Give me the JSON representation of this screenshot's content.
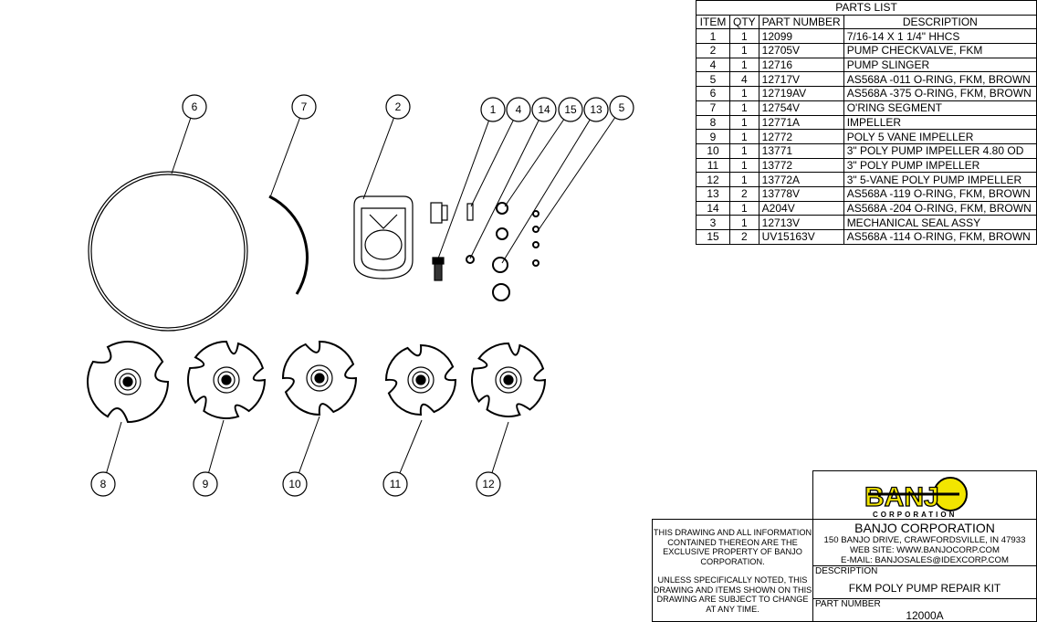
{
  "parts_list": {
    "title": "PARTS LIST",
    "headers": [
      "ITEM",
      "QTY",
      "PART NUMBER",
      "DESCRIPTION"
    ],
    "rows": [
      [
        "1",
        "1",
        "12099",
        "7/16-14 X 1 1/4\" HHCS"
      ],
      [
        "2",
        "1",
        "12705V",
        "PUMP CHECKVALVE, FKM"
      ],
      [
        "4",
        "1",
        "12716",
        "PUMP SLINGER"
      ],
      [
        "5",
        "4",
        "12717V",
        "AS568A -011 O-RING, FKM, BROWN"
      ],
      [
        "6",
        "1",
        "12719AV",
        "AS568A -375 O-RING, FKM, BROWN"
      ],
      [
        "7",
        "1",
        "12754V",
        "O'RING SEGMENT"
      ],
      [
        "8",
        "1",
        "12771A",
        "IMPELLER"
      ],
      [
        "9",
        "1",
        "12772",
        "POLY 5 VANE IMPELLER"
      ],
      [
        "10",
        "1",
        "13771",
        "3\" POLY PUMP IMPELLER 4.80 OD"
      ],
      [
        "11",
        "1",
        "13772",
        "3\" POLY PUMP IMPELLER"
      ],
      [
        "12",
        "1",
        "13772A",
        "3\" 5-VANE POLY PUMP IMPELLER"
      ],
      [
        "13",
        "2",
        "13778V",
        "AS568A -119 O-RING, FKM, BROWN"
      ],
      [
        "14",
        "1",
        "A204V",
        "AS568A -204 O-RING, FKM, BROWN"
      ],
      [
        "3",
        "1",
        "12713V",
        "MECHANICAL SEAL ASSY"
      ],
      [
        "15",
        "2",
        "UV15163V",
        "AS568A -114 O-RING, FKM, BROWN"
      ]
    ]
  },
  "balloons": {
    "top": [
      "6",
      "7",
      "2",
      "1",
      "4",
      "14",
      "15",
      "13",
      "5"
    ],
    "bottom": [
      "8",
      "9",
      "10",
      "11",
      "12"
    ]
  },
  "title_block": {
    "logo_text": "BANJO",
    "logo_subtext": "CORPORATION",
    "notice_1": "THIS DRAWING AND ALL INFORMATION CONTAINED THEREON ARE THE EXCLUSIVE PROPERTY OF BANJO CORPORATION.",
    "notice_2": "UNLESS SPECIFICALLY NOTED, THIS DRAWING AND ITEMS SHOWN ON THIS DRAWING ARE SUBJECT TO CHANGE AT ANY TIME.",
    "company": "BANJO CORPORATION",
    "address": "150 BANJO DRIVE, CRAWFORDSVILLE, IN 47933",
    "website": "WEB SITE: WWW.BANJOCORP.COM",
    "email": "E-MAIL: BANJOSALES@IDEXCORP.COM",
    "description_label": "DESCRIPTION",
    "description": "FKM POLY PUMP REPAIR KIT",
    "part_number_label": "PART NUMBER",
    "part_number": "12000A"
  },
  "colors": {
    "logo_yellow": "#f2e500",
    "line": "#000000"
  }
}
